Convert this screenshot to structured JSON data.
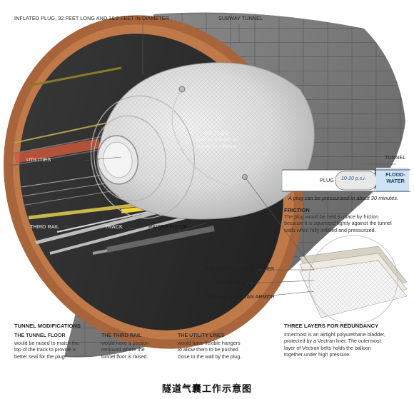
{
  "labels": {
    "plug_top": "INFLATED PLUG, 32 FEET LONG AND 16.2 FEET IN DIAMETER",
    "subway_tunnel": "SUBWAY TUNNEL",
    "air_tube_1": "AIR TUBE,",
    "air_tube_2": "from an electric air",
    "air_tube_3": "pump for inflation",
    "utilities": "UTILITIES",
    "third_rail": "THIRD RAIL",
    "track": "TRACK",
    "raised_floor": "RAISED FLOOR",
    "tunnel": "TUNNEL",
    "plug": "PLUG",
    "psi": "10-20 p.s.i.",
    "flood_1": "FLOOD-",
    "flood_2": "WATER",
    "pressurized_note": "A plug can be pressurized in about 30 minutes.",
    "polyurethane": "POLYURETHANE BLADDER",
    "vectran_liner": "VECTRAN LINER",
    "woven_armor": "WOVEN VECTRAN ARMOR"
  },
  "friction": {
    "title": "FRICTION",
    "text_1": "The plug would be held in place by friction",
    "text_2": "because it is squeezed tightly against the tunnel",
    "text_3": "walls when fully inflated and pressurized."
  },
  "bottom": {
    "title": "TUNNEL MODIFICATIONS",
    "floor_title": "THE TUNNEL FLOOR",
    "floor_1": "would be raised to match the",
    "floor_2": "top of the track to provide a",
    "floor_3": "better seal for the plug.",
    "rail_title": "THE THIRD RAIL",
    "rail_1": "would have a section",
    "rail_2": "removed where the",
    "rail_3": "tunnel floor is raised.",
    "util_title": "THE UTILITY LINES",
    "util_1": "would have flexible hangers",
    "util_2": "to allow them to be pushed",
    "util_3": "close to the wall by the plug.",
    "layers_title": "THREE LAYERS FOR REDUNDANCY",
    "layers_1": "Innermost is an airtight polyurethane bladder,",
    "layers_2": "protected by a Vectran liner. The outermost",
    "layers_3": "layer of Vectran belts holds the balloon",
    "layers_4": "together under high pressure."
  },
  "caption": "隧道气囊工作示意图",
  "colors": {
    "tunnel_outer": "#7a7a7a",
    "tunnel_rim": "#a8643a",
    "plug": "#d9d9d9",
    "water": "#cfe3f5",
    "bg": "#ffffff"
  }
}
